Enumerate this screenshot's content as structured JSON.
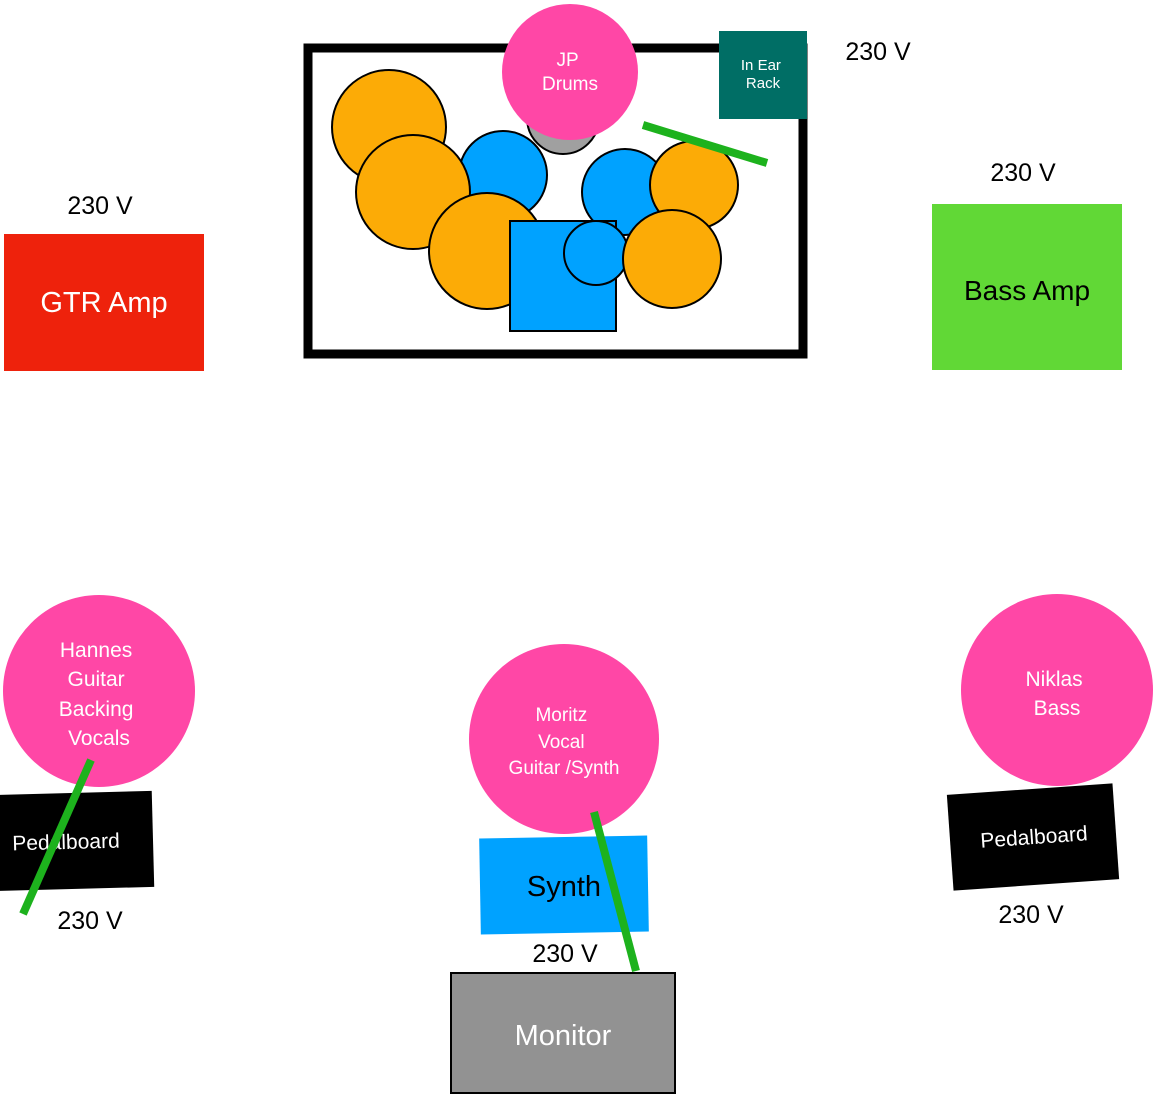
{
  "power_labels": {
    "drums": "230 V",
    "guitar_amp": "230 V",
    "bass_amp": "230 V",
    "hannes": "230 V",
    "moritz": "230 V",
    "niklas": "230 V"
  },
  "drum_riser": {
    "player": [
      "JP",
      "Drums"
    ],
    "in_ear_rack": [
      "In Ear",
      "Rack"
    ]
  },
  "amps": {
    "guitar": "GTR Amp",
    "bass": "Bass Amp"
  },
  "musicians": {
    "hannes": [
      "Hannes",
      "Guitar",
      "Backing",
      "Vocals"
    ],
    "moritz": [
      "Moritz",
      "Vocal",
      "Guitar /Synth"
    ],
    "niklas": [
      "Niklas",
      "Bass"
    ]
  },
  "gear": {
    "hannes_pedalboard": "Pedalboard",
    "niklas_pedalboard": "Pedalboard",
    "synth": "Synth",
    "monitor": "Monitor"
  },
  "colors": {
    "musician": "#FF47A6",
    "cymbal": "#FCAB06",
    "drum": "#00A2FF",
    "hihat": "#A0A0A0",
    "mic_stand": "#1DB21D",
    "guitar_amp": "#EE220C",
    "bass_amp": "#61D836",
    "in_ear_rack": "#006E65",
    "monitor": "#929292",
    "pedalboard": "#000000",
    "riser_border": "#000000"
  }
}
